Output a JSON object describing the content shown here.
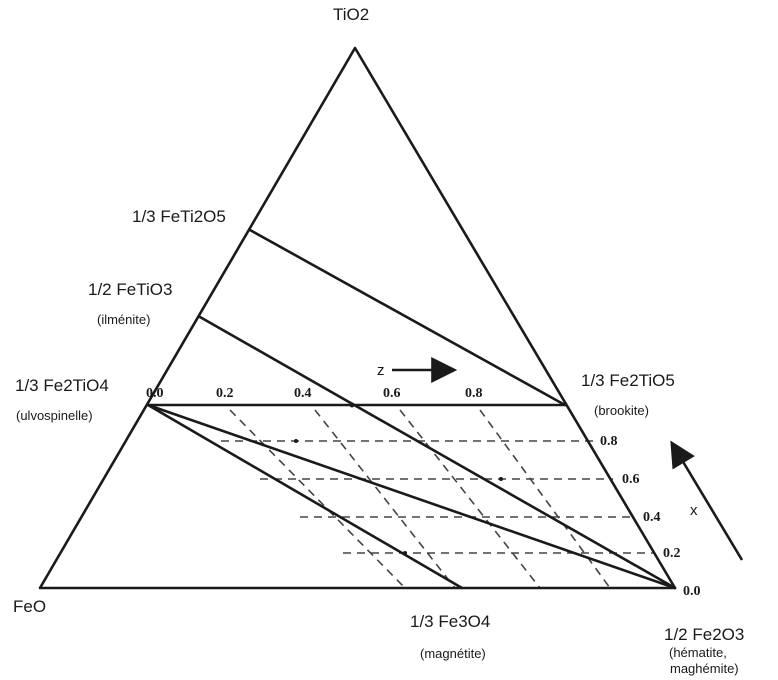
{
  "vertices": {
    "top": "TiO2",
    "bottom_left": "FeO",
    "bottom_right": "1/2 Fe2O3",
    "bottom_right_names": [
      "(hématite,",
      "maghémite)"
    ]
  },
  "compounds": {
    "feti2o5": "1/3 FeTi2O5",
    "ilmenite": "1/2 FeTiO3",
    "ilmenite_name": "(ilménite)",
    "ulvospinelle": "1/3 Fe2TiO4",
    "ulvospinelle_name": "(ulvospinelle)",
    "brookite": "1/3 Fe2TiO5",
    "brookite_name": "(brookite)",
    "magnetite": "1/3 Fe3O4",
    "magnetite_name": "(magnétite)"
  },
  "z_axis": {
    "label": "z",
    "ticks": [
      "0.0",
      "0.2",
      "0.4",
      "0.6",
      "0.8"
    ]
  },
  "x_axis": {
    "label": "x",
    "ticks": [
      "0.8",
      "0.6",
      "0.4",
      "0.2",
      "0.0"
    ]
  }
}
